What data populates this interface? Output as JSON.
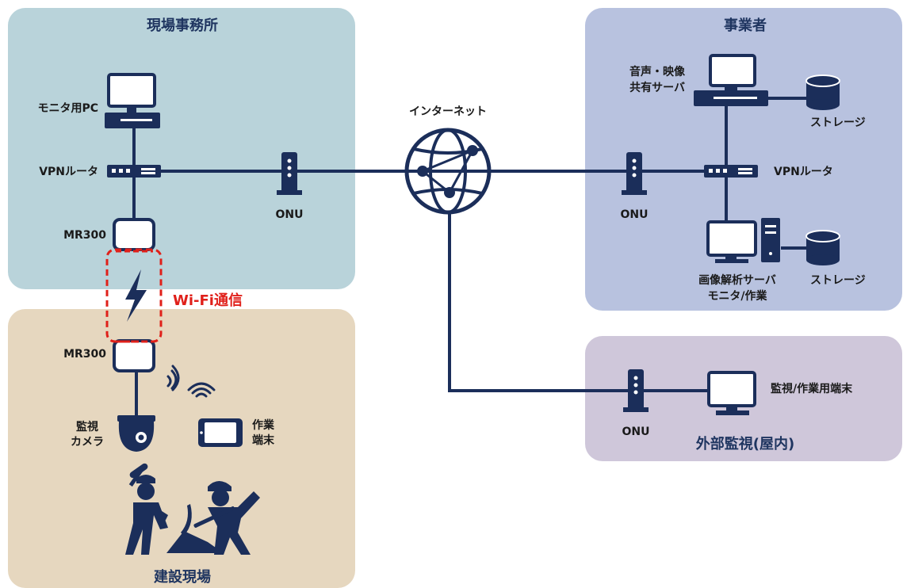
{
  "zones": {
    "site_office": {
      "title": "現場事務所",
      "color": "#b9d3da"
    },
    "construction_site": {
      "title": "建設現場",
      "color": "#e6d7bf"
    },
    "operator": {
      "title": "事業者",
      "color": "#b8c2df"
    },
    "external_monitoring": {
      "title": "外部監視(屋内)",
      "color": "#cfc7da"
    }
  },
  "labels": {
    "monitor_pc": "モニタ用PC",
    "vpn_router_left": "VPNルータ",
    "mr300_top": "MR300",
    "mr300_bottom": "MR300",
    "onu_left": "ONU",
    "internet": "インターネット",
    "wifi": "Wi-Fi通信",
    "camera_line1": "監視",
    "camera_line2": "カメラ",
    "tablet_line1": "作業",
    "tablet_line2": "端末",
    "av_server_line1": "音声・映像",
    "av_server_line2": "共有サーバ",
    "storage_top": "ストレージ",
    "vpn_router_right": "VPNルータ",
    "onu_right": "ONU",
    "image_server_line1": "画像解析サーバ",
    "image_server_line2": "モニタ/作業",
    "storage_bottom": "ストレージ",
    "onu_external": "ONU",
    "external_terminal": "監視/作業用端末"
  },
  "colors": {
    "line": "#1b2e5a",
    "wifi_red": "#e0201a",
    "device_fill": "#ffffff"
  }
}
